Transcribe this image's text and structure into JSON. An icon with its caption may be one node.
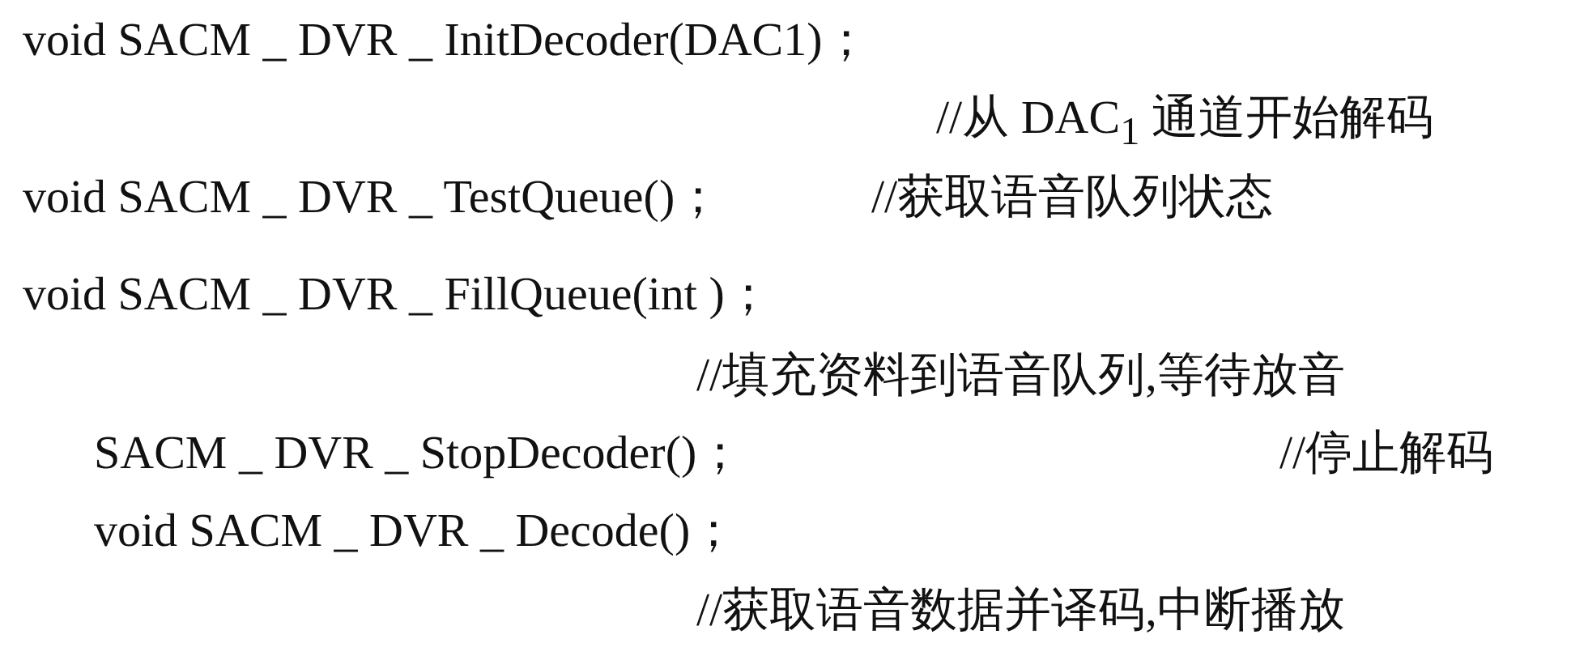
{
  "diagram": {
    "labels": [
      "void SACM _ DVR _ InitDecoder(DAC1)；",
      "//从 DAC$_{1}$ 通道开始解码",
      "void SACM _ DVR _ TestQueue()；",
      "//获取语音队列状态",
      "void SACM _ DVR _ FillQueue(int )；",
      "//填充资料到语音队列,等待放音",
      "SACM _ DVR _ StopDecoder()；",
      "//停止解码",
      "void SACM _ DVR _ Decode()；",
      "//获取语音数据并译码,中断播放"
    ]
  }
}
